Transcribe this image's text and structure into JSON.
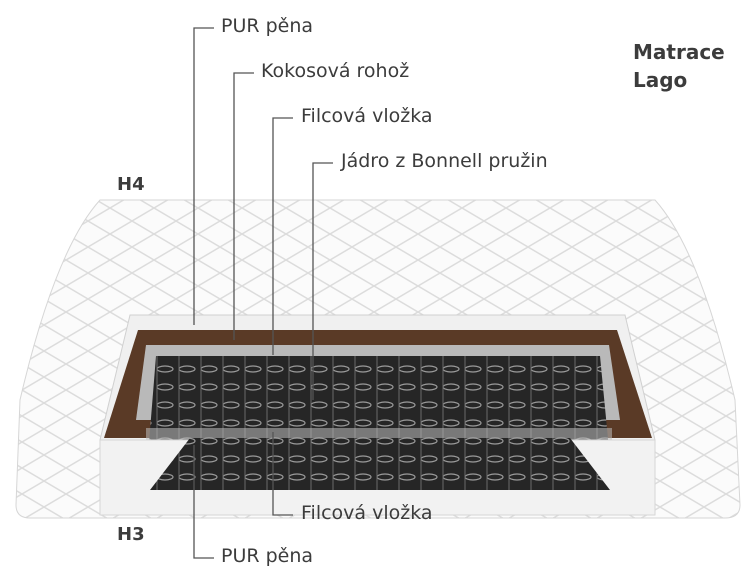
{
  "title": {
    "line1": "Matrace",
    "line2": "Lago"
  },
  "sides": {
    "top": "H4",
    "bottom": "H3"
  },
  "labels_top": [
    "PUR pěna",
    "Kokosová rohož",
    "Filcová vložka",
    "Jádro z Bonnell pružin"
  ],
  "labels_bottom": [
    "Filcová vložka",
    "PUR pěna"
  ],
  "colors": {
    "coir": "#5a3a26",
    "felt": "#b8b8b8",
    "springs": "#1e1e1e",
    "foam": "#f2f2f2",
    "cover": "#ffffff",
    "line": "#555555"
  }
}
